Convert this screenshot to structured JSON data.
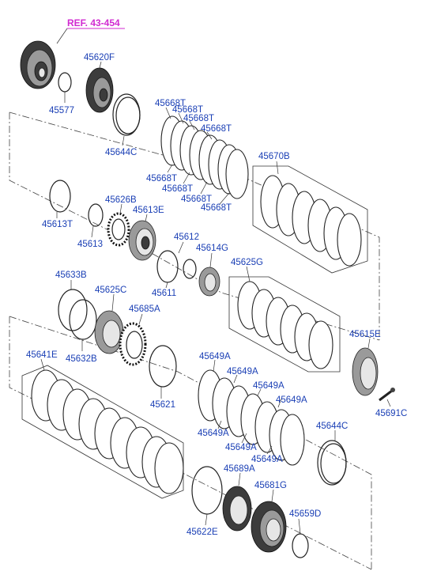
{
  "diagram": {
    "reference_label": "REF. 43-454",
    "colors": {
      "reference": "#d12ad1",
      "part_number": "#1a3fb5",
      "line": "#333333"
    },
    "part_labels": [
      "45620F",
      "45577",
      "45644C",
      "45668T",
      "45668T",
      "45668T",
      "45668T",
      "45668T",
      "45668T",
      "45668T",
      "45668T",
      "45670B",
      "45626B",
      "45613E",
      "45613T",
      "45613",
      "45612",
      "45614G",
      "45611",
      "45633B",
      "45625C",
      "45685A",
      "45632B",
      "45625G",
      "45615E",
      "45641E",
      "45649A",
      "45649A",
      "45649A",
      "45649A",
      "45649A",
      "45649A",
      "45649A",
      "45621",
      "45644C",
      "45691C",
      "45689A",
      "45681G",
      "45622E",
      "45659D"
    ]
  }
}
